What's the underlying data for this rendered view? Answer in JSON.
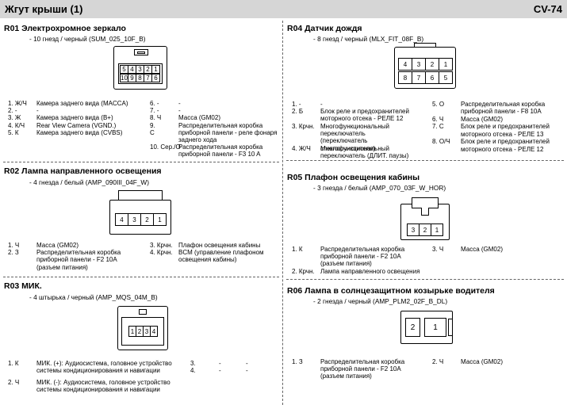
{
  "header": {
    "title": "Жгут крыши (1)",
    "code": "CV-74"
  },
  "r01": {
    "title": "R01 Электрохромное зеркало",
    "sub": "- 10 гнезд / черный (SUM_025_10F_B)",
    "cells_top": [
      "5",
      "4",
      "3",
      "2",
      "1"
    ],
    "cells_bottom": [
      "10",
      "9",
      "8",
      "7",
      "6"
    ],
    "pins_left": [
      {
        "n": "1. Ж/Ч",
        "d": "Камера заднего вида (MACCA)"
      },
      {
        "n": "2. -",
        "d": "-"
      },
      {
        "n": "3. Ж",
        "d": "Камера заднего вида (В+)"
      },
      {
        "n": "4. К/Ч",
        "d": "Rear View Camera (VGND.)"
      },
      {
        "n": "5. К",
        "d": "Камера заднего вида (CVBS)"
      }
    ],
    "pins_right": [
      {
        "n": "6. -",
        "d": "-"
      },
      {
        "n": "7. -",
        "d": "-"
      },
      {
        "n": "8. Ч",
        "d": "Масса (GM02)"
      },
      {
        "n": "9. С",
        "d": "Распределительная коробка приборной панели - реле фонаря заднего хода"
      },
      {
        "n": "10. Сер./О",
        "d": "Распределительная коробка приборной панели - F3 10 A"
      }
    ]
  },
  "r02": {
    "title": "R02 Лампа направленного освещения",
    "sub": "- 4 гнезда / белый (AMP_090III_04F_W)",
    "cells": [
      "4",
      "3",
      "2",
      "1"
    ],
    "pins_left": [
      {
        "n": "1. Ч",
        "d": "Масса (GM02)"
      },
      {
        "n": "2. З",
        "d": "Распределительная коробка приборной панели - F2 10A (разъем питания)"
      }
    ],
    "pins_right": [
      {
        "n": "3. Крчн.",
        "d": "Плафон освещения кабины"
      },
      {
        "n": "4. Крчн.",
        "d": "BCM (управление плафоном освещения кабины)"
      }
    ]
  },
  "r03": {
    "title": "R03 МИК.",
    "sub": "- 4 штырька / черный (AMP_MQS_04M_B)",
    "cells": [
      "1",
      "2",
      "3",
      "4"
    ],
    "pins_left": [
      {
        "n": "1. К",
        "d": "МИК. (+): Аудиосистема, головное устройство системы кондиционирования и навигации"
      },
      {
        "n": "2. Ч",
        "d": "МИК. (-): Аудиосистема, головное устройство системы кондиционирования и навигации"
      }
    ],
    "pins_right": [
      {
        "n": "3.",
        "d": "-",
        "e": "-"
      },
      {
        "n": "4.",
        "d": "-",
        "e": "-"
      }
    ]
  },
  "r04": {
    "title": "R04 Датчик дождя",
    "sub": "- 8 гнезд / черный (MLX_FIT_08F_B)",
    "cells_top": [
      "4",
      "3",
      "2",
      "1"
    ],
    "cells_bottom": [
      "8",
      "7",
      "6",
      "5"
    ],
    "pins_left": [
      {
        "n": "1. -",
        "d": "-"
      },
      {
        "n": "2. Б",
        "d": "Блок реле и предохранителей моторного отсека - РЕЛЕ 12"
      },
      {
        "n": "3. Крчн.",
        "d": "Многофункциональный переключатель (переключатель стеклоочистителя)"
      },
      {
        "n": "4. Ж/Ч",
        "d": "Многофункциональный переключатель (ДЛИТ. паузы)"
      }
    ],
    "pins_right": [
      {
        "n": "5. О",
        "d": "Распределительная коробка приборной панели - F8 10A"
      },
      {
        "n": "6. Ч",
        "d": "Масса (GM02)"
      },
      {
        "n": "7. С",
        "d": "Блок реле и предохранителей моторного отсека - РЕЛЕ 13"
      },
      {
        "n": "8. О/Ч",
        "d": "Блок реле и предохранителей моторного отсека - РЕЛЕ 12"
      }
    ]
  },
  "r05": {
    "title": "R05 Плафон освещения кабины",
    "sub": "- 3 гнезда / белый (AMP_070_03F_W_HOR)",
    "cells": [
      "3",
      "2",
      "1"
    ],
    "pins_left": [
      {
        "n": "1. К",
        "d": "Распределительная коробка приборной панели - F2 10A (разъем питания)"
      },
      {
        "n": "2. Крчн.",
        "d": "Лампа направленного освещения"
      }
    ],
    "pins_right": [
      {
        "n": "3. Ч",
        "d": "Масса (GM02)"
      }
    ]
  },
  "r06": {
    "title": "R06 Лампа в солнцезащитном козырьке водителя",
    "sub": "- 2 гнезда / черный (AMP_PLM2_02F_B_DL)",
    "cells": [
      "2",
      "1"
    ],
    "pins_left": [
      {
        "n": "1. З",
        "d": "Распределительная коробка приборной панели - F2 10A (разъем питания)"
      }
    ],
    "pins_right": [
      {
        "n": "2. Ч",
        "d": "Масса (GM02)"
      }
    ]
  }
}
